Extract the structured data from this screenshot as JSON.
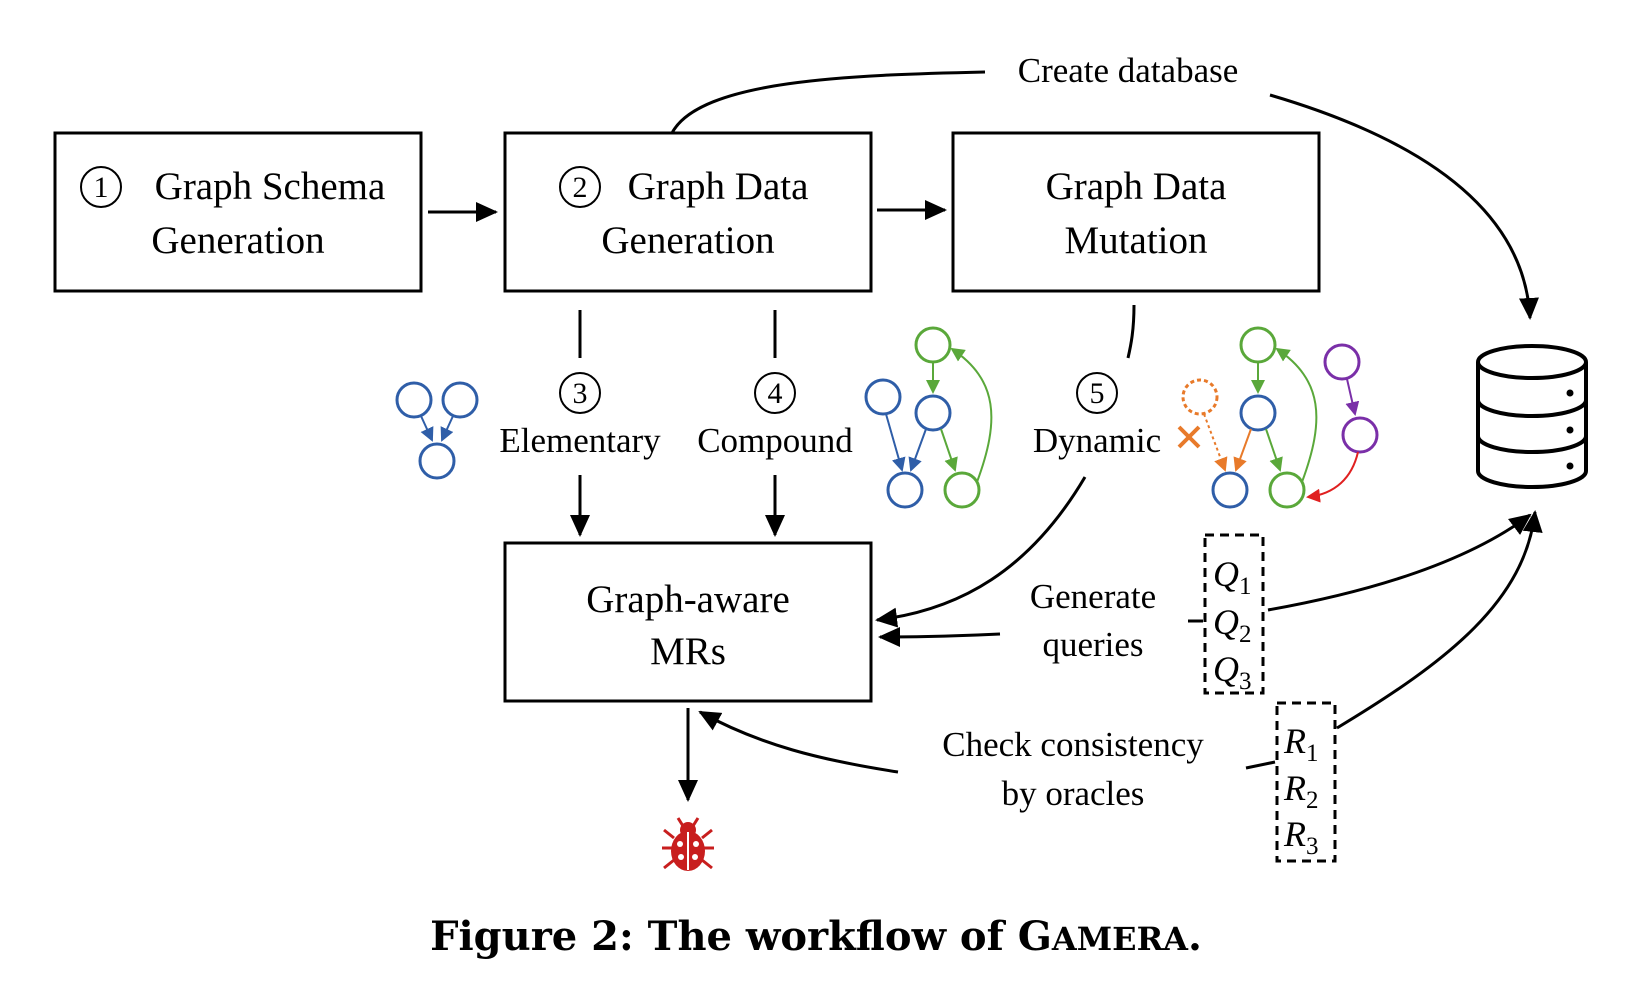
{
  "figure": {
    "boxes": {
      "schema": {
        "number": "1",
        "line1": "Graph Schema",
        "line2": "Generation"
      },
      "data_gen": {
        "number": "2",
        "line1": "Graph Data",
        "line2": "Generation"
      },
      "mutation": {
        "line1": "Graph Data",
        "line2": "Mutation"
      },
      "mrs": {
        "line1": "Graph-aware",
        "line2": "MRs"
      }
    },
    "mr_types": [
      {
        "number": "3",
        "label": "Elementary"
      },
      {
        "number": "4",
        "label": "Compound"
      },
      {
        "number": "5",
        "label": "Dynamic"
      }
    ],
    "edge_labels": {
      "create_db": "Create database",
      "generate_queries": [
        "Generate",
        "queries"
      ],
      "check_consistency": [
        "Check consistency",
        "by oracles"
      ]
    },
    "queries": {
      "letter": "Q",
      "subs": [
        "1",
        "2",
        "3"
      ]
    },
    "results": {
      "letter": "R",
      "subs": [
        "1",
        "2",
        "3"
      ]
    },
    "icons": {
      "database": "database-icon",
      "bug": "bug-icon",
      "blue": "#2f5ea8",
      "green": "#5aa83a",
      "purple": "#7a2fa8",
      "orange": "#e87a2a",
      "red": "#e02020",
      "bug_color": "#c81e1e"
    }
  },
  "caption": {
    "prefix": "Figure 2: The workflow of",
    "name_cap1": "G",
    "name_rest": "AMERA",
    "suffix": "."
  }
}
